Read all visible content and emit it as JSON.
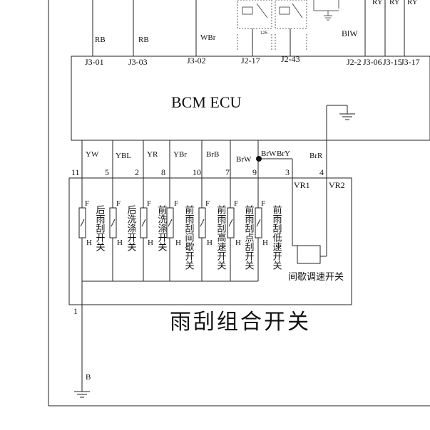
{
  "ecu": {
    "title": "BCM ECU",
    "top_pins": [
      "J3-01",
      "J3-03",
      "J3-02",
      "J2-17",
      "J2-43",
      "J2-2",
      "J3-06",
      "J3-15",
      "J3-17"
    ],
    "top_wires": [
      "RB",
      "RB",
      "WBr",
      "BlW",
      "RY",
      "RY",
      "RY"
    ],
    "relay_label": "125"
  },
  "harness": {
    "wires": [
      "YW",
      "YBL",
      "YR",
      "YBr",
      "BrB",
      "BrW",
      "BrW",
      "BrY",
      "BrR"
    ],
    "pins": [
      "11",
      "5",
      "2",
      "8",
      "10",
      "7",
      "9",
      "3",
      "4"
    ]
  },
  "combo_switch": {
    "title": "雨刮组合开关",
    "switches": [
      {
        "label": "后雨刮开关",
        "top": "F",
        "bottom": "H"
      },
      {
        "label": "后洗涤开关",
        "top": "F",
        "bottom": "H"
      },
      {
        "label": "前洗涤开关",
        "top": "F",
        "bottom": "H"
      },
      {
        "label": "前雨刮间歇开关",
        "top": "F",
        "bottom": "H"
      },
      {
        "label": "前雨刮高速开关",
        "top": "F",
        "bottom": "H"
      },
      {
        "label": "前雨刮点刮开关",
        "top": "F",
        "bottom": "H"
      },
      {
        "label": "前雨刮低速开关",
        "top": "F",
        "bottom": "H"
      }
    ],
    "vr1": "VR1",
    "vr2": "VR2",
    "interval_switch": "间歇调速开关",
    "ground_pin": "1",
    "ground_wire": "B"
  }
}
